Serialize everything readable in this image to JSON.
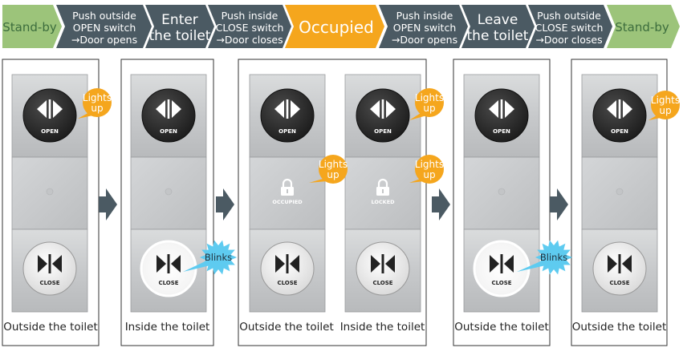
{
  "flow": {
    "standby_1": "Stand-by",
    "step_push_open_1": [
      "Push outside",
      "OPEN switch",
      "→Door opens"
    ],
    "step_enter": [
      "Enter",
      "the toilet"
    ],
    "step_push_close_1": [
      "Push inside",
      "CLOSE switch",
      "→Door closes"
    ],
    "occupied": "Occupied",
    "step_push_open_2": [
      "Push inside",
      "OPEN switch",
      "→Door opens"
    ],
    "step_leave": [
      "Leave",
      "the toilet"
    ],
    "step_push_close_2": [
      "Push outside",
      "CLOSE switch",
      "→Door closes"
    ],
    "standby_2": "Stand-by"
  },
  "switch_text": {
    "open": "OPEN",
    "close": "CLOSE",
    "occupied": "OCCUPIED",
    "locked": "LOCKED"
  },
  "callouts": {
    "lights_up": [
      "Lights",
      "up"
    ],
    "blinks": "Blinks"
  },
  "panels": [
    {
      "label": "Outside the toilet"
    },
    {
      "label": "Inside the toilet"
    },
    {
      "label": "Outside the toilet"
    },
    {
      "label": "Inside the toilet"
    },
    {
      "label": "Outside the toilet"
    },
    {
      "label": "Outside the toilet"
    }
  ],
  "colors": {
    "flow_bar": "#4b5a63",
    "standby": "#9cc47a",
    "occupied": "#f5a61d",
    "callout_orange": "#f5a61d",
    "callout_blue": "#5ecbf0",
    "arrow": "#4b5a63",
    "switch_dark": "#2c2c2c"
  },
  "icons": [
    "open-icon",
    "close-icon",
    "padlock-icon",
    "arrow-right-icon"
  ]
}
